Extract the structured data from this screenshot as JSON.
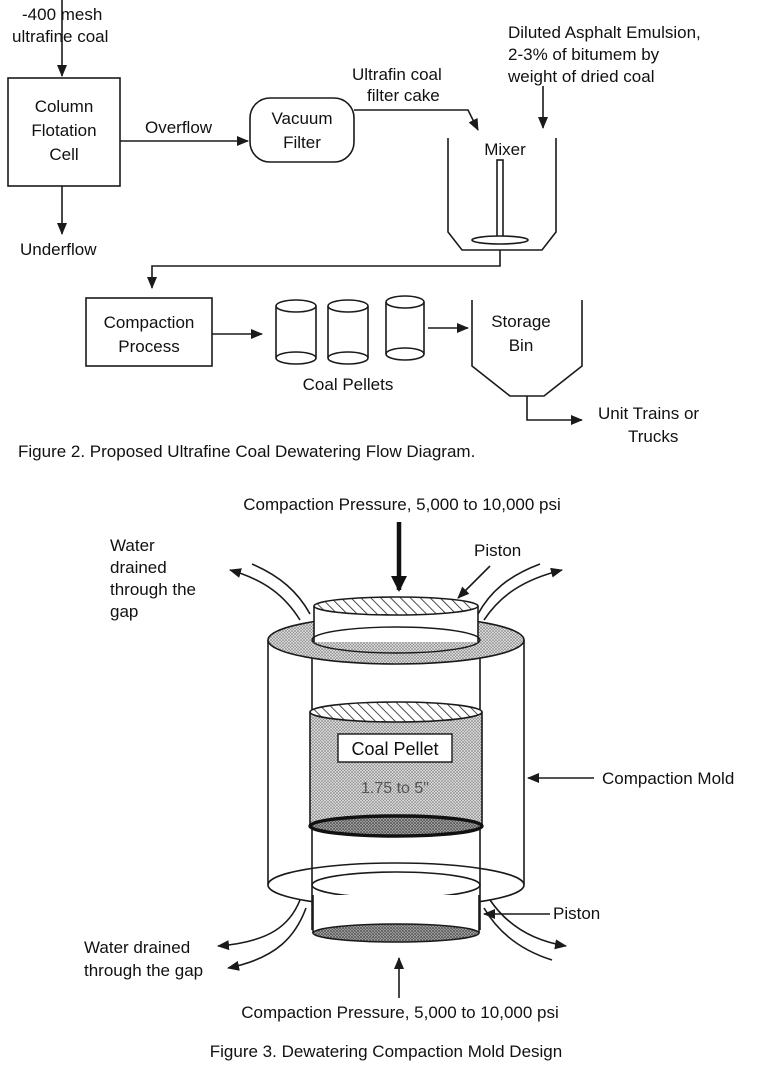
{
  "figure2": {
    "caption": "Figure 2. Proposed Ultrafine Coal Dewatering Flow Diagram.",
    "feed_label_1": "-400 mesh",
    "feed_label_2": "ultrafine coal",
    "column_cell": [
      "Column",
      "Flotation",
      "Cell"
    ],
    "overflow": "Overflow",
    "underflow": "Underflow",
    "vacuum_filter": [
      "Vacuum",
      "Filter"
    ],
    "filter_cake": [
      "Ultrafin coal",
      "filter cake"
    ],
    "emulsion": [
      "Diluted Asphalt Emulsion,",
      "2-3% of bitumem by",
      "weight of dried coal"
    ],
    "mixer": "Mixer",
    "compaction_process": [
      "Compaction",
      "Process"
    ],
    "coal_pellets": "Coal Pellets",
    "storage_bin": [
      "Storage",
      "Bin"
    ],
    "output": [
      "Unit Trains or",
      "Trucks"
    ]
  },
  "figure3": {
    "caption": "Figure 3. Dewatering Compaction Mold Design",
    "pressure_top": "Compaction Pressure, 5,000 to 10,000 psi",
    "pressure_bottom": "Compaction Pressure, 5,000 to 10,000 psi",
    "water_top": [
      "Water",
      "drained",
      "through the",
      "gap"
    ],
    "water_bottom": [
      "Water drained",
      "through the gap"
    ],
    "piston_top": "Piston",
    "piston_bottom": "Piston",
    "mold": "Compaction Mold",
    "pellet_label": "Coal Pellet",
    "pellet_size": "1.75 to 5\""
  }
}
